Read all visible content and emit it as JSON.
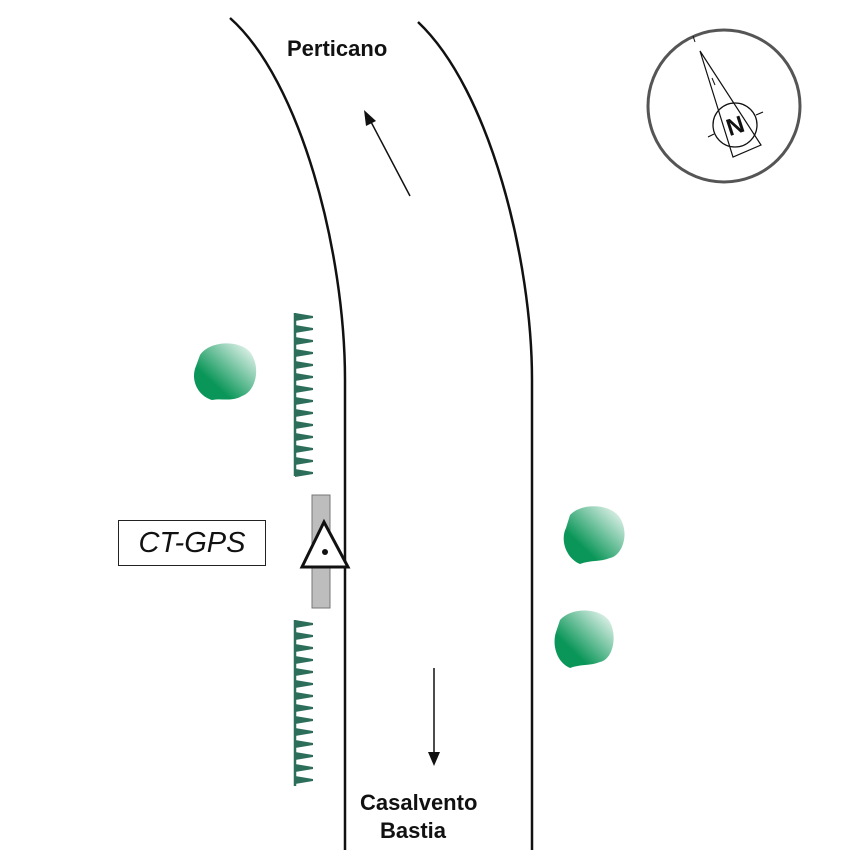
{
  "labels": {
    "north_destination": "Perticano",
    "south_destination_line1": "Casalvento",
    "south_destination_line2": "Bastia",
    "station": "CT-GPS"
  },
  "compass": {
    "letter": "N"
  },
  "colors": {
    "tree": "#0a9658",
    "fence": "#2d6e5a",
    "road": "#111111",
    "gauge_bar": "#bdbdbd"
  }
}
